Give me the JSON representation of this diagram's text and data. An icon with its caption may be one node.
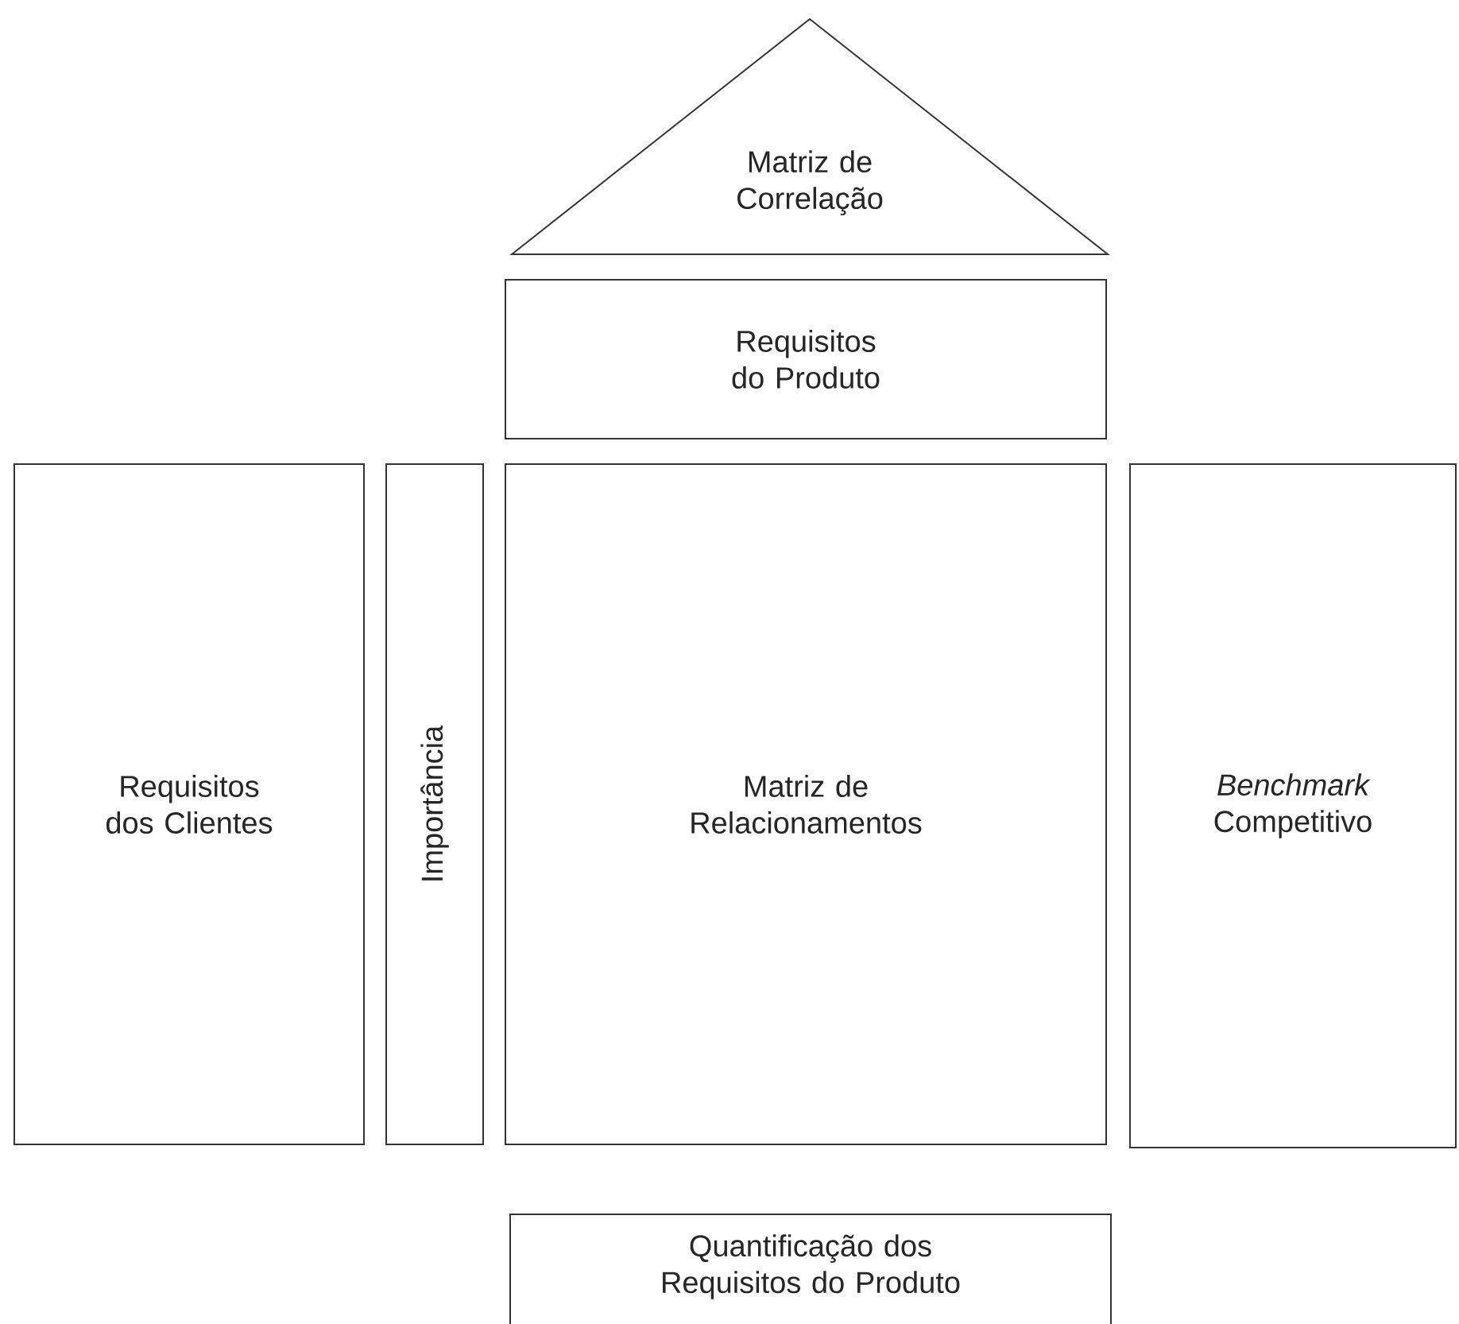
{
  "diagram": {
    "nodes": [
      {
        "text": [
          "Matriz de Correlação"
        ]
      },
      {
        "text": [
          "Requisitos do Produto"
        ]
      },
      {
        "text": [
          "Requisitos dos Clientes"
        ]
      },
      {
        "text": [
          "Importância"
        ]
      },
      {
        "text": [
          "Matriz de Relacionamentos"
        ]
      },
      {
        "text": [
          "*Benchmark* Competitivo"
        ]
      },
      {
        "text": [
          "Quantificação dos Requisitos do Produto"
        ]
      }
    ]
  }
}
